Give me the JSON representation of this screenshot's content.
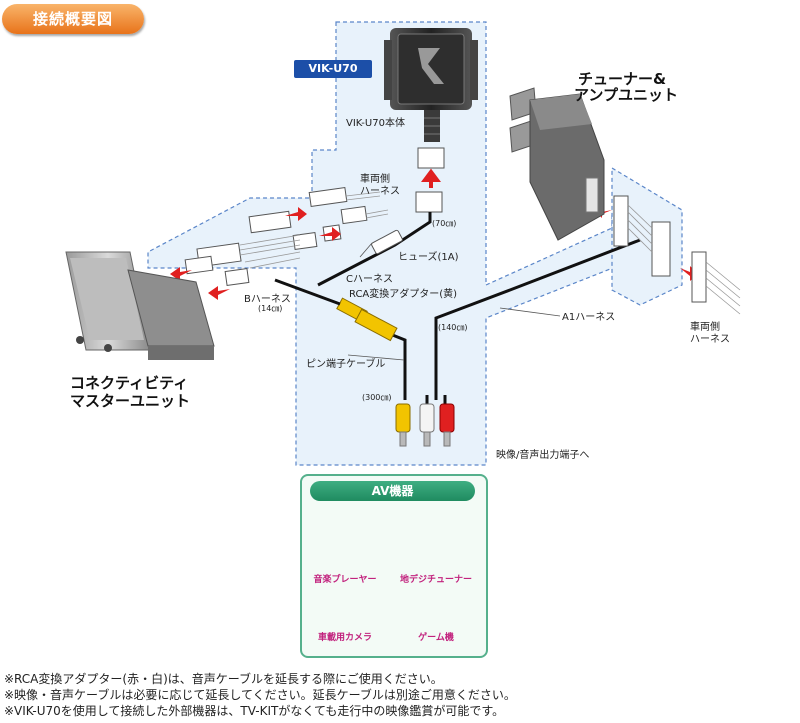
{
  "header": {
    "title": "接続概要図"
  },
  "labels": {
    "vik_badge": "VIK-U70",
    "vik_body": "VIK-U70本体",
    "tuner_line1": "チューナー&",
    "tuner_line2": "アンプユニット",
    "vehicle_harness_top_line1": "車両側",
    "vehicle_harness_top_line2": "ハーネス",
    "length_70": "(70㎝)",
    "fuse": "ヒューズ(1A)",
    "c_harness": "Cハーネス",
    "rca_adapter": "RCA変換アダプター(黄)",
    "b_harness": "Bハーネス",
    "length_14": "(14㎝)",
    "length_140": "(140㎝)",
    "a1_harness": "A1ハーネス",
    "vehicle_harness_right_line1": "車両側",
    "vehicle_harness_right_line2": "ハーネス",
    "pin_cable": "ピン端子ケーブル",
    "length_300": "(300㎝)",
    "master_line1": "コネクティビティ",
    "master_line2": "マスターユニット",
    "av_output": "映像/音声出力端子へ"
  },
  "av_devices": {
    "title": "AV機器",
    "items": [
      "音楽プレーヤー",
      "地デジチューナー",
      "車載用カメラ",
      "ゲーム機"
    ]
  },
  "notes": [
    "※RCA変換アダプター(赤・白)は、音声ケーブルを延長する際にご使用ください。",
    "※映像・音声ケーブルは必要に応じて延長してください。延長ケーブルは別途ご用意ください。",
    "※VIK-U70を使用して接続した外部機器は、TV-KITがなくても走行中の映像鑑賞が可能です。"
  ],
  "colors": {
    "accent_orange": "#e8731a",
    "badge_blue": "#1c4fa8",
    "area_fill": "#e8f2fb",
    "area_border": "#5b86c9",
    "arrow_red": "#e02020",
    "av_green": "#2a9a6e",
    "av_label": "#c2237e"
  }
}
